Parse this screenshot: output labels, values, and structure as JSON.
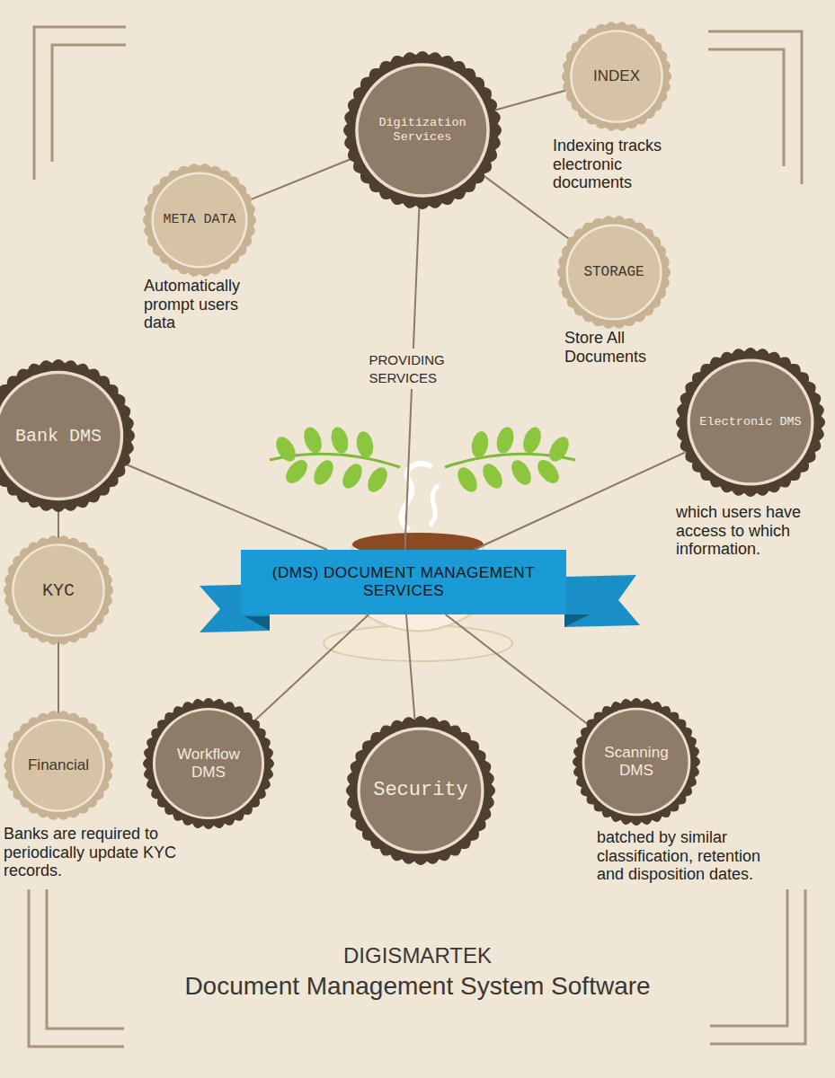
{
  "diagram": {
    "nodes": [
      {
        "text": [
          "Digitization Services"
        ]
      },
      {
        "text": [
          "INDEX",
          "Indexing tracks electronic documents"
        ]
      },
      {
        "text": [
          "META DATA",
          "Automatically prompt users data"
        ]
      },
      {
        "text": [
          "STORAGE",
          "Store All Documents"
        ]
      },
      {
        "text": [
          "Bank DMS"
        ]
      },
      {
        "text": [
          "Electronic DMS",
          "which users have access to which information."
        ]
      },
      {
        "text": [
          "(DMS) DOCUMENT MANAGEMENT SERVICES"
        ]
      },
      {
        "text": [
          "KYC"
        ]
      },
      {
        "text": [
          "Financial",
          "Banks are required to periodically update KYC records."
        ]
      },
      {
        "text": [
          "Workflow DMS"
        ]
      },
      {
        "text": [
          "Security"
        ]
      },
      {
        "text": [
          "Scanning DMS",
          "batched by similar classification, retention and disposition dates."
        ]
      }
    ],
    "edges": [
      {
        "from": 0,
        "to": 1,
        "arrow": "none"
      },
      {
        "from": 0,
        "to": 2,
        "arrow": "none"
      },
      {
        "from": 0,
        "to": 3,
        "arrow": "none"
      },
      {
        "from": 0,
        "to": 6,
        "label": "PROVIDING SERVICES",
        "arrow": "none"
      },
      {
        "from": 6,
        "to": 4,
        "arrow": "none"
      },
      {
        "from": 6,
        "to": 5,
        "arrow": "none"
      },
      {
        "from": 4,
        "to": 7,
        "arrow": "none"
      },
      {
        "from": 7,
        "to": 8,
        "arrow": "none"
      },
      {
        "from": 6,
        "to": 9,
        "arrow": "none"
      },
      {
        "from": 6,
        "to": 10,
        "arrow": "none"
      },
      {
        "from": 6,
        "to": 11,
        "arrow": "none"
      }
    ],
    "labels": [
      "DIGISMARTEK",
      "Document Management System Software"
    ]
  }
}
